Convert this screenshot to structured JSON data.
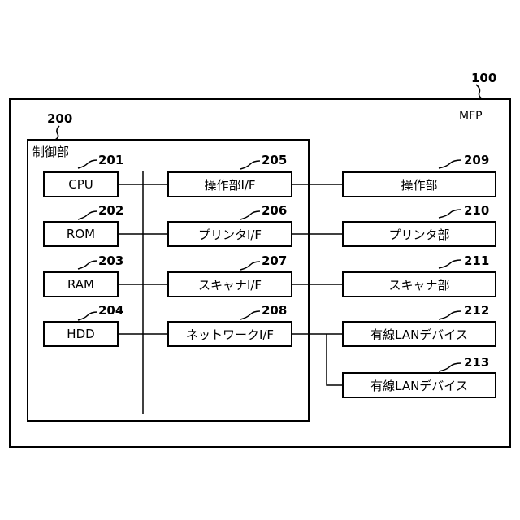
{
  "mfp": {
    "ref": "100",
    "label": "MFP"
  },
  "controller": {
    "ref": "200",
    "label": "制御部"
  },
  "blocks": {
    "cpu": {
      "ref": "201",
      "label": "CPU"
    },
    "rom": {
      "ref": "202",
      "label": "ROM"
    },
    "ram": {
      "ref": "203",
      "label": "RAM"
    },
    "hdd": {
      "ref": "204",
      "label": "HDD"
    },
    "op_if": {
      "ref": "205",
      "label": "操作部I/F"
    },
    "prn_if": {
      "ref": "206",
      "label": "プリンタI/F"
    },
    "scan_if": {
      "ref": "207",
      "label": "スキャナI/F"
    },
    "net_if": {
      "ref": "208",
      "label": "ネットワークI/F"
    },
    "op": {
      "ref": "209",
      "label": "操作部"
    },
    "prn": {
      "ref": "210",
      "label": "プリンタ部"
    },
    "scan": {
      "ref": "211",
      "label": "スキャナ部"
    },
    "lan1": {
      "ref": "212",
      "label": "有線LANデバイス"
    },
    "lan2": {
      "ref": "213",
      "label": "有線LANデバイス"
    }
  }
}
